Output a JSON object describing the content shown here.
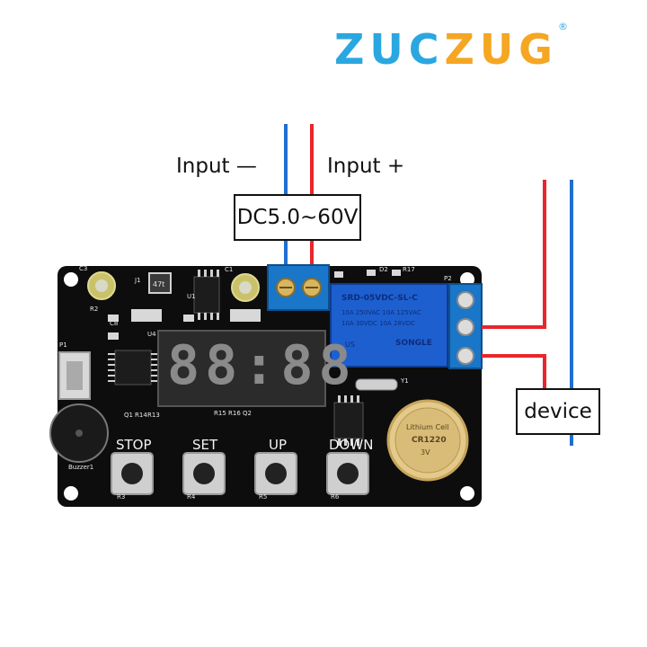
{
  "logo": {
    "part1": "ZUC",
    "part2": "ZUG",
    "trademark": "®",
    "colors": {
      "blue": "#2aa7e0",
      "orange": "#f5a623"
    }
  },
  "labels": {
    "input_negative": "Input —",
    "input_positive": "Input +",
    "voltage_range": "DC5.0~60V",
    "device": "device"
  },
  "wire_colors": {
    "positive": "#e8262b",
    "negative": "#1f6fd1"
  },
  "board": {
    "buttons": [
      "STOP",
      "SET",
      "UP",
      "DOWN"
    ],
    "display": "88:88",
    "silkscreen": {
      "c3": "C3",
      "c1": "C1",
      "c8": "C8",
      "j1": "J1",
      "r2": "R2",
      "p1": "P1",
      "u4": "U4",
      "u1": "U1",
      "d2": "D2",
      "r17": "R17",
      "p2": "P2",
      "q1": "Q1",
      "r14": "R14",
      "r13": "R13",
      "r15": "R15",
      "r16": "R16",
      "q2": "Q2",
      "buzzer": "Buzzer1",
      "r3": "R3",
      "r4": "R4",
      "r5": "R5",
      "r6": "R6",
      "y1": "Y1",
      "inductor": "47t"
    },
    "relay": {
      "model": "SRD-05VDC-SL-C",
      "line1": "10A 250VAC  10A 125VAC",
      "line2": "10A 30VDC  10A 28VDC",
      "brand": "SONGLE",
      "ul": "US"
    },
    "battery": {
      "line1": "Lithium Cell",
      "line2": "CR1220",
      "line3": "3V"
    }
  }
}
